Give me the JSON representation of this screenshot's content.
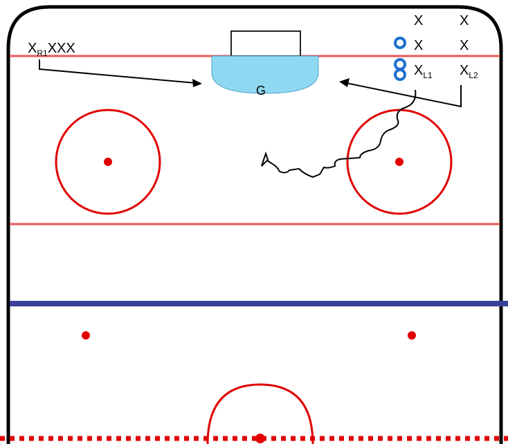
{
  "colors": {
    "boards": "#000000",
    "goal_line": "#e33",
    "circles": "#e00000",
    "blue_line": "#3a3f9a",
    "crease": "#8fd8f2",
    "puck_marker": "#1a6fd0",
    "path": "#000000"
  },
  "labels": {
    "right_group": {
      "main": "X",
      "sub": "R1",
      "rest": "XXX"
    },
    "goalie": "G",
    "column1_row1": "X",
    "column1_row2": "X",
    "column1_row3": {
      "main": "X",
      "sub": "L1"
    },
    "column2_row1": "X",
    "column2_row2": "X",
    "column2_row3": {
      "main": "X",
      "sub": "L2"
    }
  },
  "icons": {
    "puck_marker": "circle-marker-icon",
    "arrow": "arrow-icon",
    "skate_path": "wavy-path-icon"
  }
}
